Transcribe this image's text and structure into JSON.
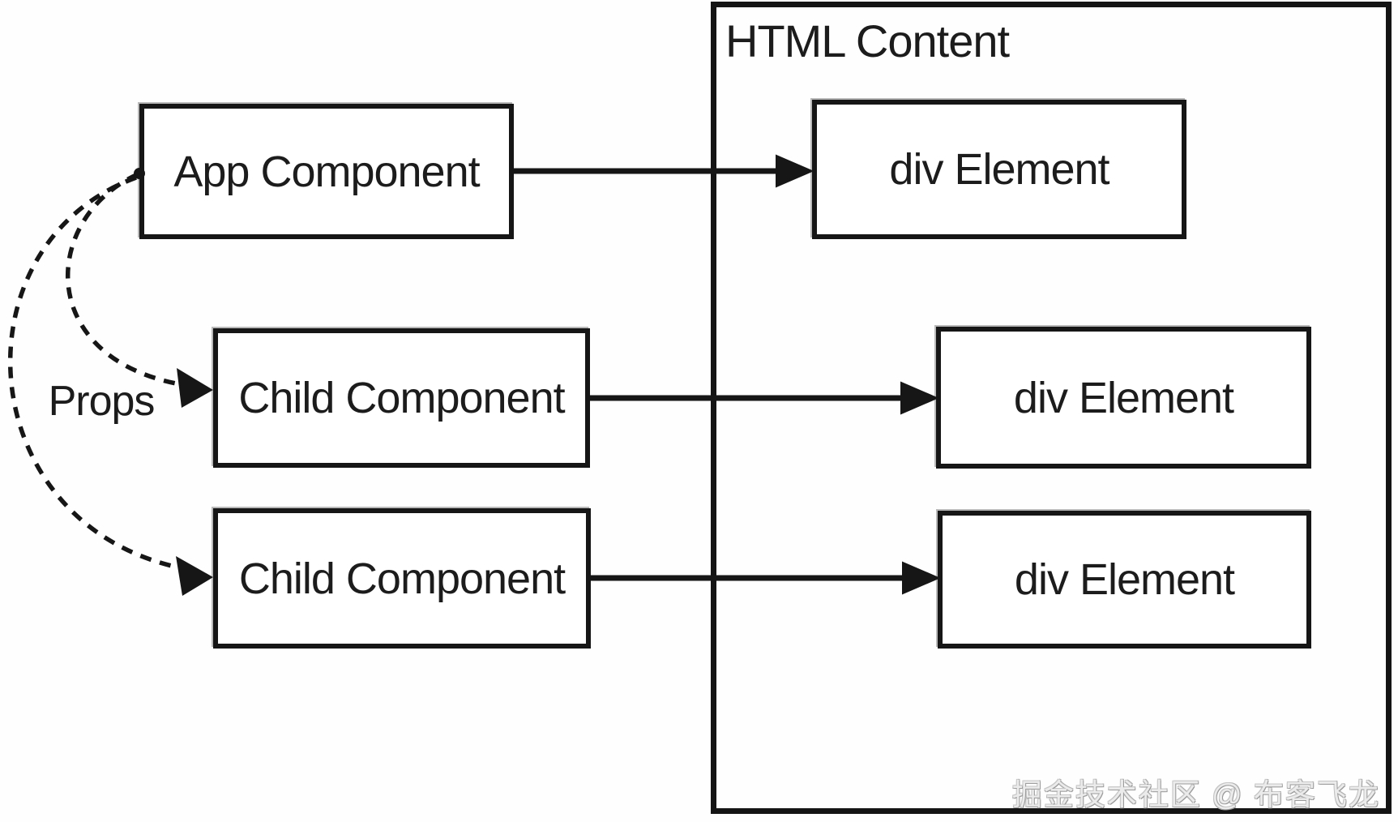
{
  "diagram": {
    "container": {
      "label": "HTML Content"
    },
    "nodes": {
      "app": {
        "label": "App Component"
      },
      "child1": {
        "label": "Child Component"
      },
      "child2": {
        "label": "Child Component"
      },
      "div1": {
        "label": "div Element"
      },
      "div2": {
        "label": "div Element"
      },
      "div3": {
        "label": "div Element"
      }
    },
    "props_label": "Props",
    "watermark": "掘金技术社区 @ 布客飞龙",
    "colors": {
      "line": "#161616",
      "background": "#ffffff",
      "watermark_fill": "#ebebeb"
    }
  }
}
